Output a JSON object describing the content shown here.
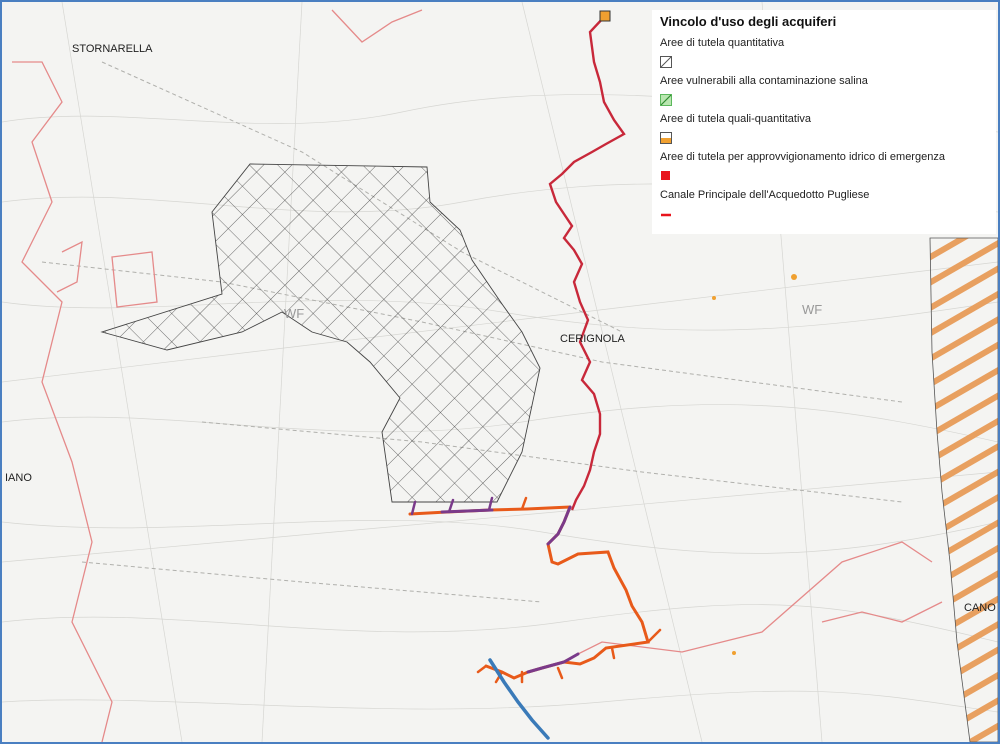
{
  "legend": {
    "title": "Vincolo d'uso degli acquiferi",
    "items": [
      {
        "label": "Aree di tutela quantitativa",
        "symbol": "hatch-empty-square",
        "color": "#555555"
      },
      {
        "label": "Aree vulnerabili alla contaminazione salina",
        "symbol": "green-hatch-square",
        "color": "#5cb85c"
      },
      {
        "label": "Aree di tutela quali-quantitativa",
        "symbol": "orange-half-square",
        "color": "#f0a030"
      },
      {
        "label": "Aree di tutela per approvvigionamento idrico di emergenza",
        "symbol": "red-square",
        "color": "#e8141c"
      },
      {
        "label": "Canale Principale dell'Acquedotto Pugliese",
        "symbol": "red-line",
        "color": "#e8141c"
      }
    ]
  },
  "places": {
    "stornarella": "STORNARELLA",
    "cerignola": "CERIGNOLA",
    "iano": "IANO",
    "cano": "CANO"
  },
  "map_labels": {
    "wf_west": "WF",
    "wf_east": "WF"
  },
  "colors": {
    "aqueduct": "#c8283a",
    "cable_orange": "#e85a1a",
    "cable_purple": "#7a3a8a",
    "cable_blue": "#3a7ab8",
    "hatch_grey": "#444444",
    "hatch_orange": "#e8a060",
    "boundary_pink": "#e58a8a",
    "frame_blue": "#4a7fc1"
  }
}
